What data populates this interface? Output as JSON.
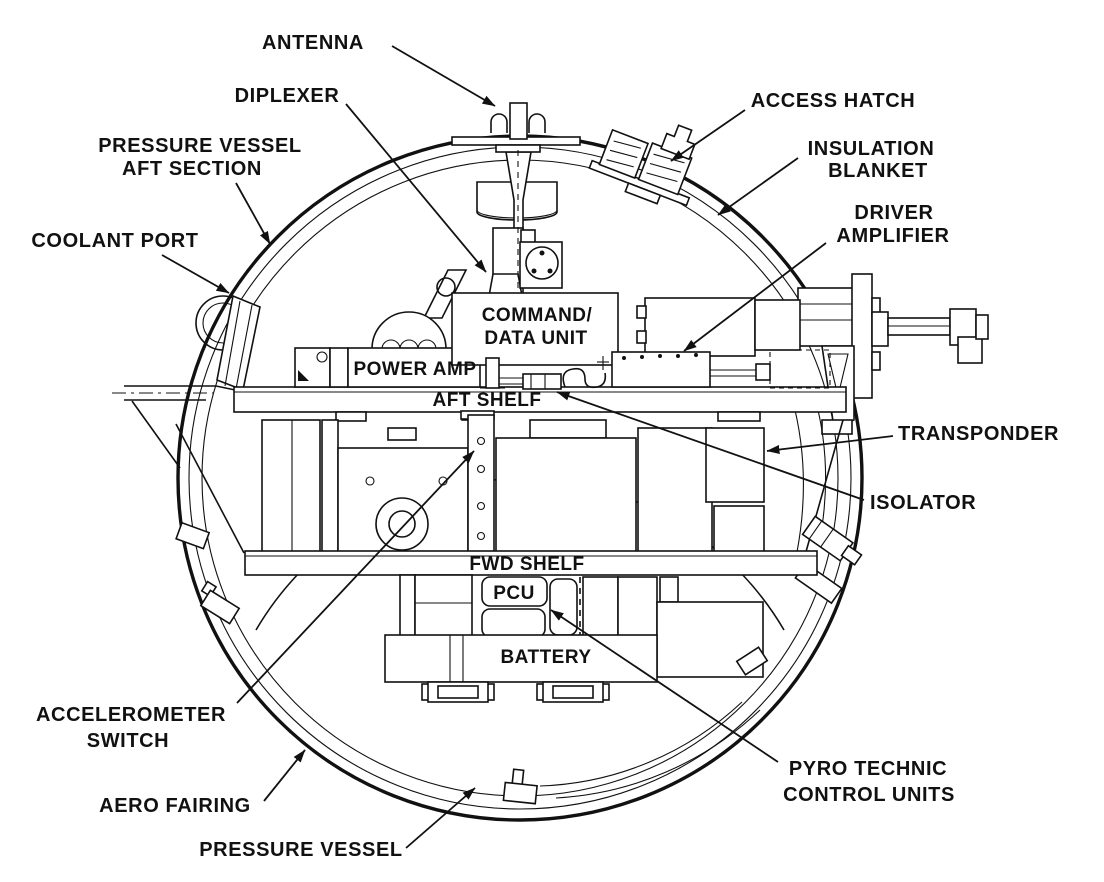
{
  "diagram": {
    "background": "#ffffff",
    "ink": "#111111",
    "callouts": {
      "antenna": "ANTENNA",
      "diplexer": "DIPLEXER",
      "access_hatch": "ACCESS HATCH",
      "pressure_vessel_aft": [
        "PRESSURE VESSEL",
        "AFT SECTION"
      ],
      "insulation_blanket": [
        "INSULATION",
        "BLANKET"
      ],
      "coolant_port": "COOLANT PORT",
      "driver_amplifier": [
        "DRIVER",
        "AMPLIFIER"
      ],
      "transponder": "TRANSPONDER",
      "isolator": "ISOLATOR",
      "accelerometer_switch": [
        "ACCELEROMETER",
        "SWITCH"
      ],
      "aero_fairing": "AERO FAIRING",
      "pressure_vessel": "PRESSURE VESSEL",
      "pyrotechnic_control_units": [
        "PYRO TECHNIC",
        "CONTROL UNITS"
      ]
    },
    "component_labels": {
      "command_data_unit": [
        "COMMAND/",
        "DATA UNIT"
      ],
      "power_amp": "POWER AMP",
      "aft_shelf": "AFT SHELF",
      "fwd_shelf": "FWD SHELF",
      "pcu": "PCU",
      "battery": "BATTERY"
    }
  }
}
